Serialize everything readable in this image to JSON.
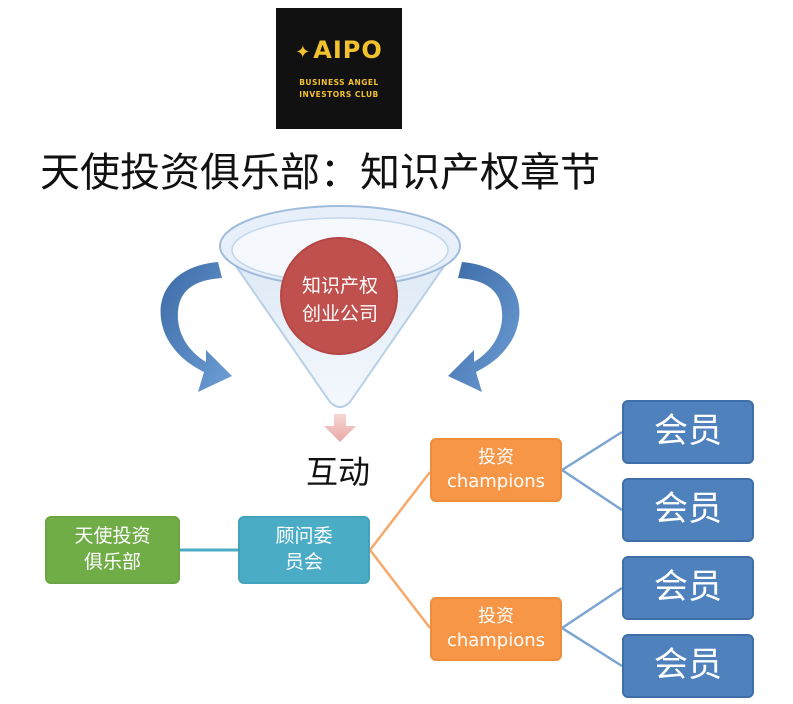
{
  "logo": {
    "brand": "AIPO",
    "line1": "BUSINESS ANGEL",
    "line2": "INVESTORS CLUB",
    "icon": "winged-horse-icon"
  },
  "title": "天使投资俱乐部：知识产权章节",
  "funnel": {
    "circle_line1": "知识产权",
    "circle_line2": "创业公司"
  },
  "interaction_label": "互动",
  "boxes": {
    "angel_club_line1": "天使投资",
    "angel_club_line2": "俱乐部",
    "committee_line1": "顾问委",
    "committee_line2": "员会",
    "champion_top_line1": "投资",
    "champion_top_line2": "champions",
    "champion_bottom_line1": "投资",
    "champion_bottom_line2": "champions",
    "member1": "会员",
    "member2": "会员",
    "member3": "会员",
    "member4": "会员"
  },
  "colors": {
    "green": "#70ad47",
    "teal": "#4bacc6",
    "orange": "#f79646",
    "blue": "#4f81bd",
    "circle_red": "#c0504d"
  }
}
